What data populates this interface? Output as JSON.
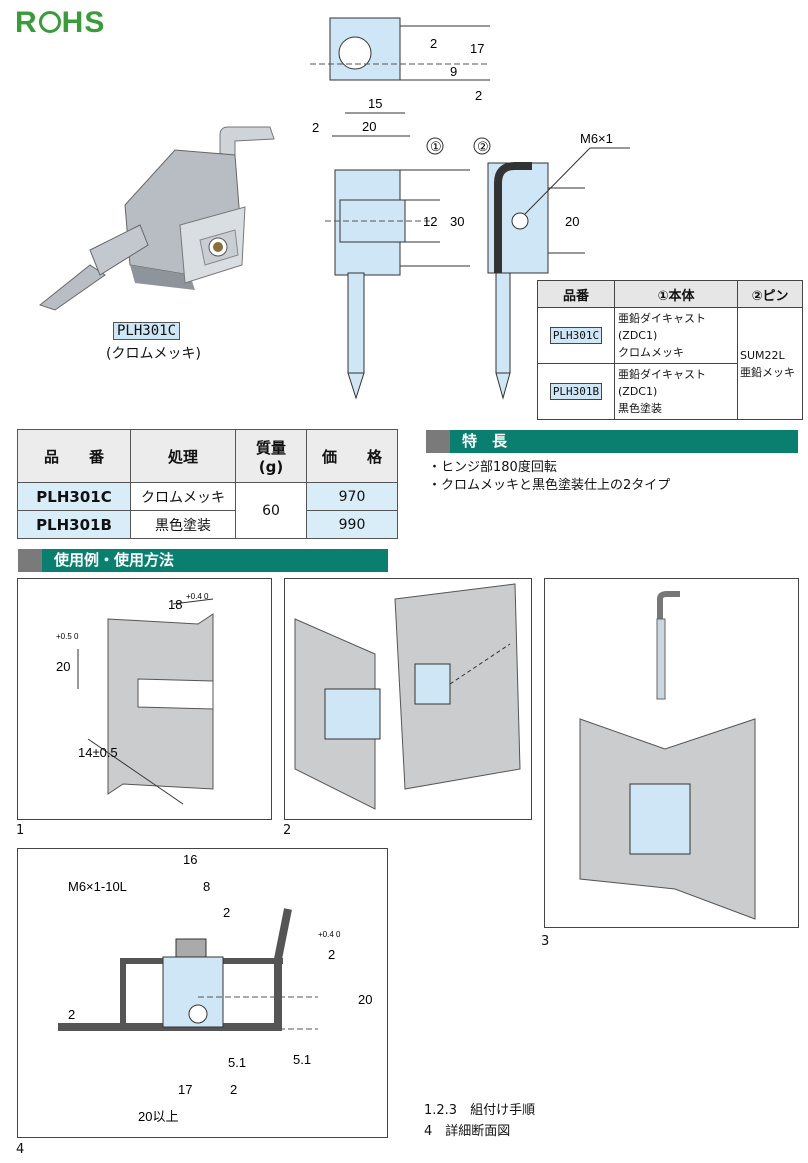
{
  "rohs": "RoHS",
  "product": {
    "code": "PLH301C",
    "finish": "(クロムメッキ)"
  },
  "top_drawing": {
    "dims": [
      "2",
      "17",
      "9",
      "2",
      "15",
      "2",
      "20",
      "12",
      "30",
      "20"
    ],
    "callout1": "①",
    "callout2": "②",
    "thread": "M6×1"
  },
  "spec_table": {
    "headers": [
      "品番",
      "①本体",
      "②ピン"
    ],
    "rows": [
      {
        "code": "PLH301C",
        "material": "亜鉛ダイキャスト(ZDC1)",
        "finish": "クロムメッキ"
      },
      {
        "code": "PLH301B",
        "material": "亜鉛ダイキャスト(ZDC1)",
        "finish": "黒色塗装"
      }
    ],
    "pin_line1": "SUM22L",
    "pin_line2": "亜鉛メッキ"
  },
  "price_table": {
    "h_code": "品　　番",
    "h_treat": "処理",
    "h_mass": "質量",
    "h_mass_unit": "(g)",
    "h_price": "価　　格",
    "rows": [
      {
        "code": "PLH301C",
        "treat": "クロムメッキ",
        "price": "970"
      },
      {
        "code": "PLH301B",
        "treat": "黒色塗装",
        "price": "990"
      }
    ],
    "mass": "60"
  },
  "features": {
    "title": "特　長",
    "items": [
      "・ヒンジ部180度回転",
      "・クロムメッキと黒色塗装仕上の2タイプ"
    ]
  },
  "usage": {
    "title": "使用例・使用方法"
  },
  "panel1": {
    "num": "1",
    "dim_top": "18",
    "dim_top_tol": "+0.4 0",
    "dim_left": "20",
    "dim_left_tol": "+0.5 0",
    "dim_bottom": "14±0.5"
  },
  "panel2": {
    "num": "2"
  },
  "panel3": {
    "num": "3"
  },
  "panel4": {
    "num": "4",
    "thread": "M6×1-10L",
    "dims": [
      "16",
      "8",
      "2",
      "2",
      "20",
      "2",
      "5.1",
      "5.1",
      "17",
      "2",
      "20以上"
    ],
    "tol": "+0.4 0"
  },
  "notes": [
    "1.2.3　組付け手順",
    "4　詳細断面図"
  ]
}
